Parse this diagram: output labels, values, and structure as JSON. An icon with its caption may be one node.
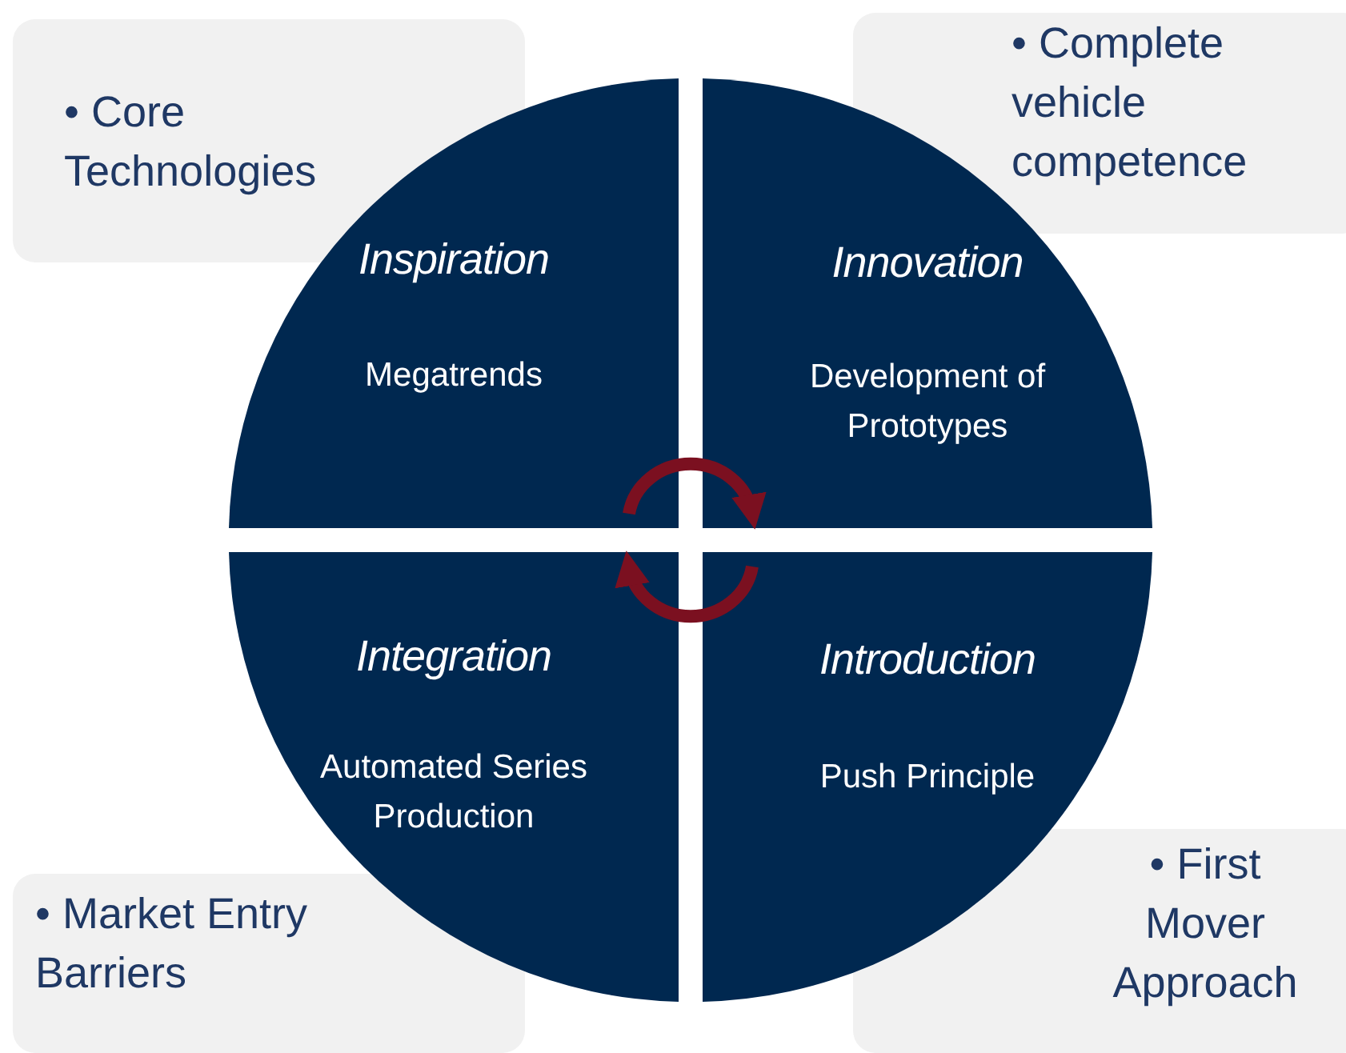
{
  "diagram": {
    "nodes": [
      {
        "text": [
          "• Core Technologies"
        ]
      },
      {
        "text": [
          "• Complete vehicle competence"
        ]
      },
      {
        "text": [
          "Inspiration",
          "Megatrends"
        ]
      },
      {
        "text": [
          "Innovation",
          "Development of Prototypes"
        ]
      },
      {
        "text": [
          "Integration",
          "Automated Series Production"
        ]
      },
      {
        "text": [
          "Introduction",
          "Push Principle"
        ]
      },
      {
        "text": [
          "• Market Entry Barriers"
        ]
      },
      {
        "text": [
          "• First Mover Approach"
        ]
      }
    ],
    "edges": [
      {
        "from": 2,
        "to": 3,
        "arrow": "to"
      },
      {
        "from": 5,
        "to": 4,
        "arrow": "to"
      }
    ]
  }
}
